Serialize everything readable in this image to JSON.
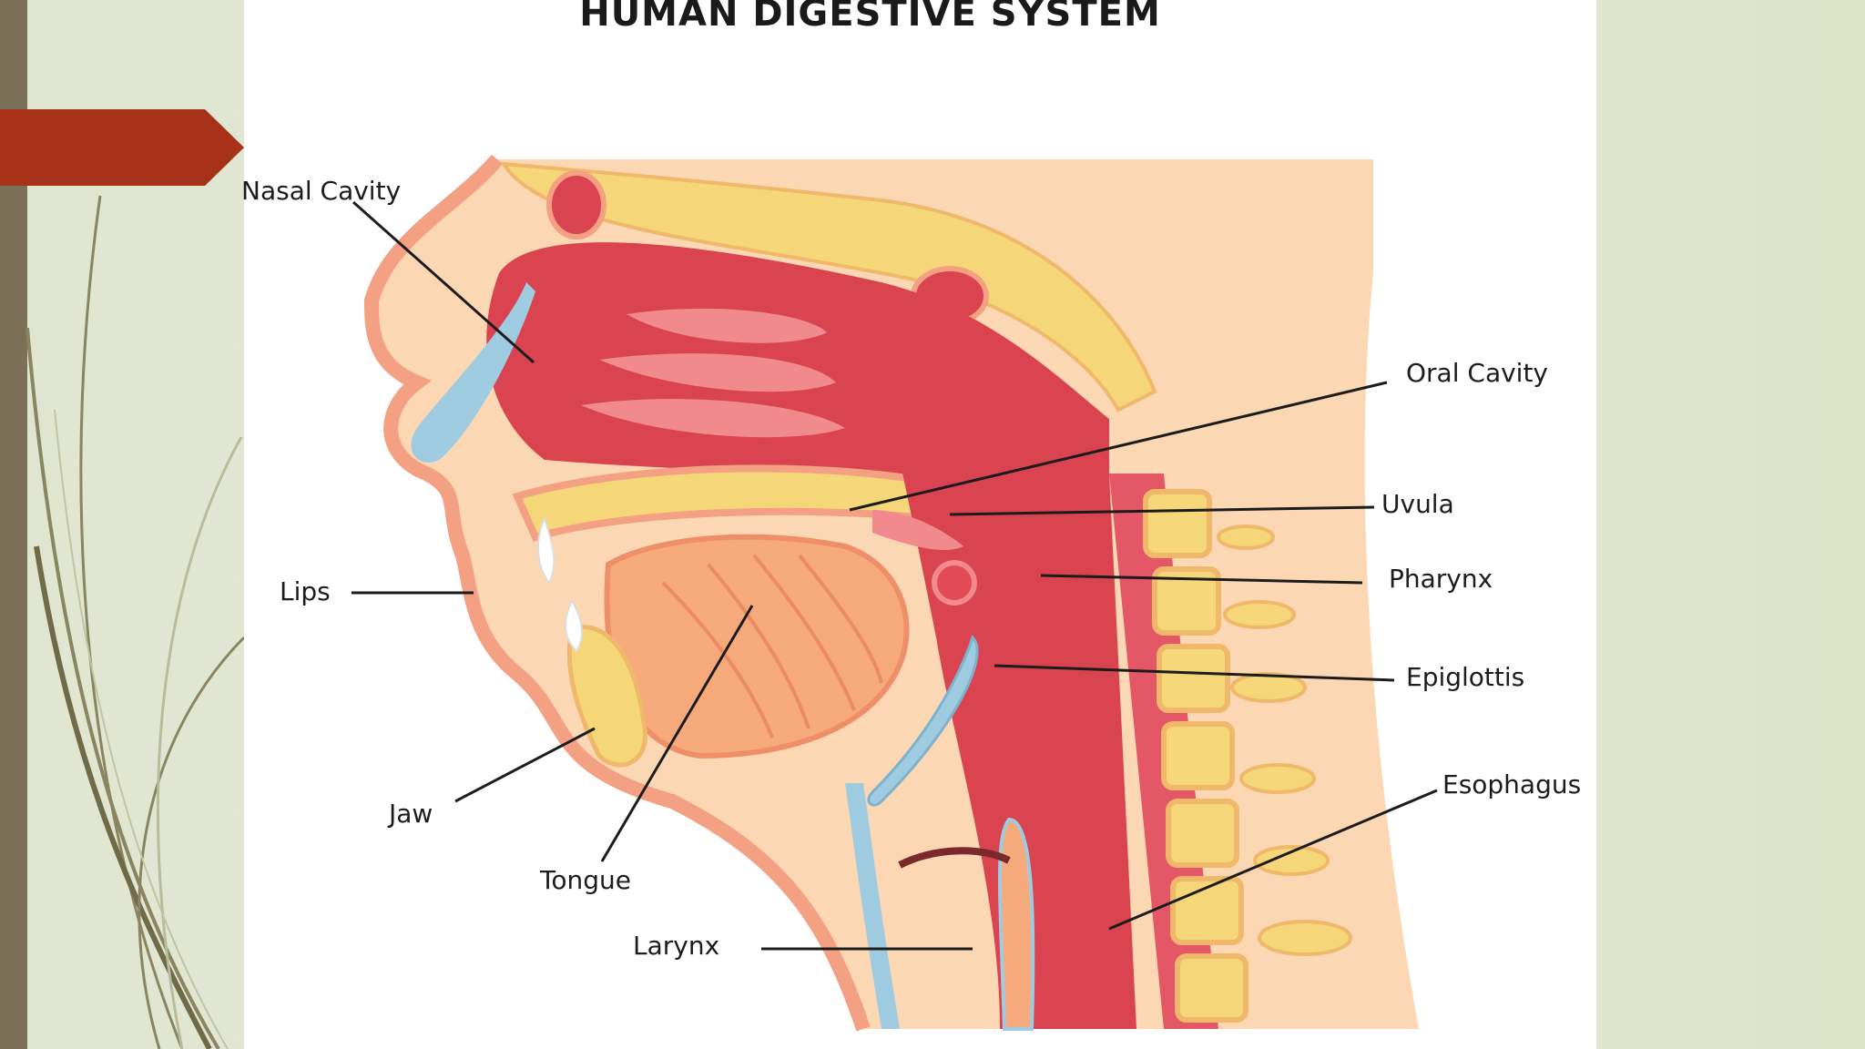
{
  "title": "HUMAN DIGESTIVE SYSTEM",
  "labels": {
    "nasal_cavity": "Nasal Cavity",
    "oral_cavity": "Oral Cavity",
    "uvula": "Uvula",
    "pharynx": "Pharynx",
    "lips": "Lips",
    "epiglottis": "Epiglottis",
    "jaw": "Jaw",
    "esophagus": "Esophagus",
    "tongue": "Tongue",
    "larynx": "Larynx"
  },
  "colors": {
    "accent_arrow": "#a8311a",
    "side_stripe": "#7a7158",
    "tissue_red": "#d94450",
    "bone_yellow": "#f5d77a"
  }
}
